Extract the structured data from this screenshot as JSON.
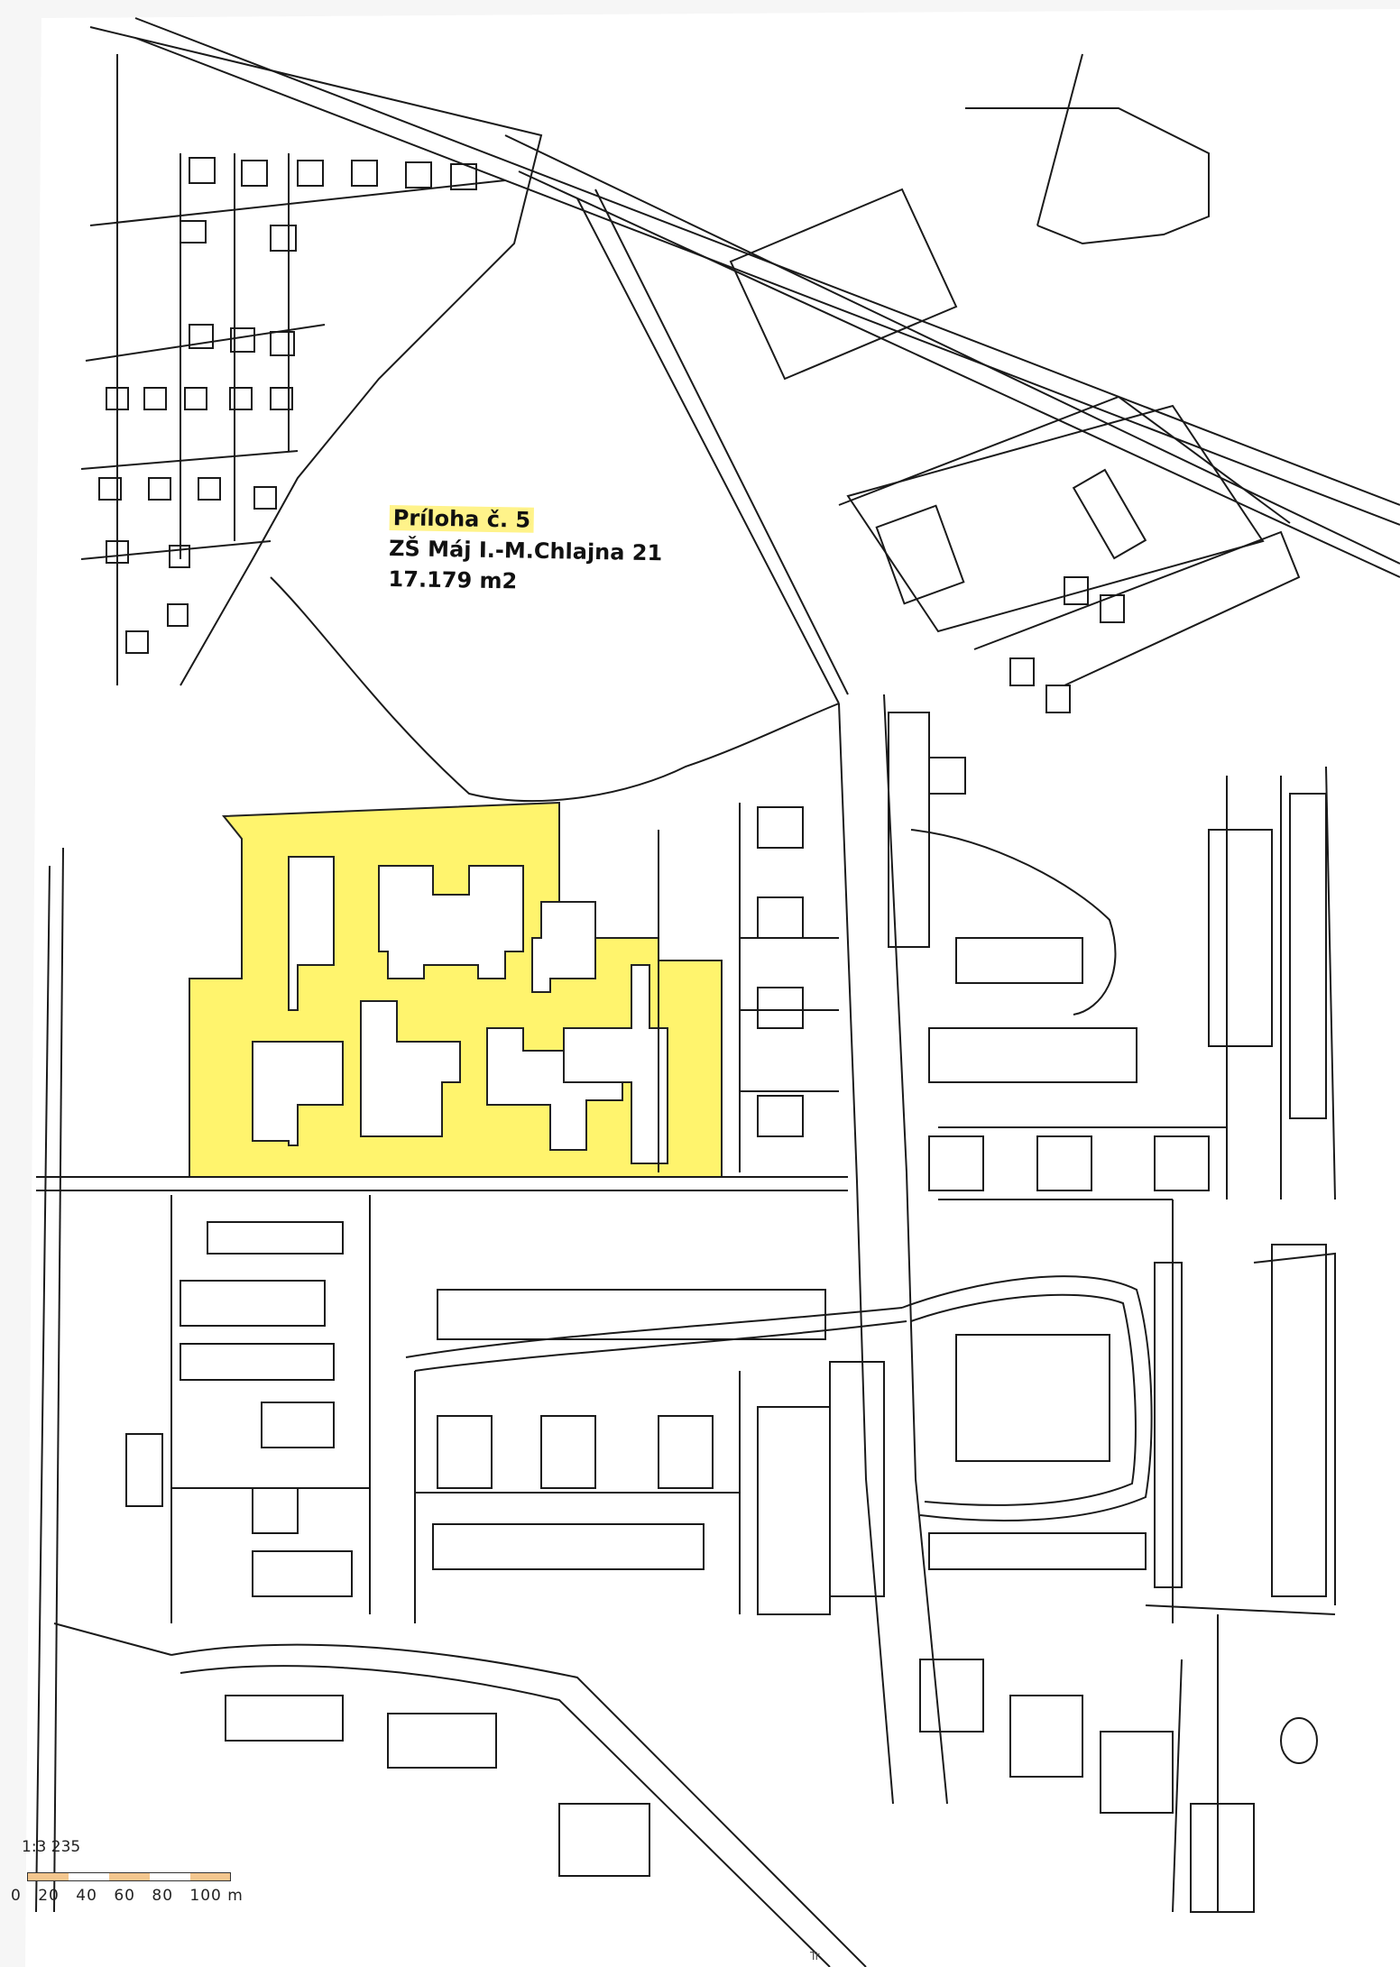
{
  "annex": {
    "title": "Príloha č. 5",
    "name": "ZŠ Máj I.-M.Chlajna 21",
    "area": "17.179 m2"
  },
  "scale": {
    "ratio": "1:3 235",
    "ticks": [
      "0",
      "20",
      "40",
      "60",
      "80",
      "100 m"
    ]
  },
  "corner_mark": "Tr",
  "colors": {
    "highlight": "#fff46d",
    "parcel_line": "#1a1a1a",
    "background": "#f6f6f6"
  }
}
